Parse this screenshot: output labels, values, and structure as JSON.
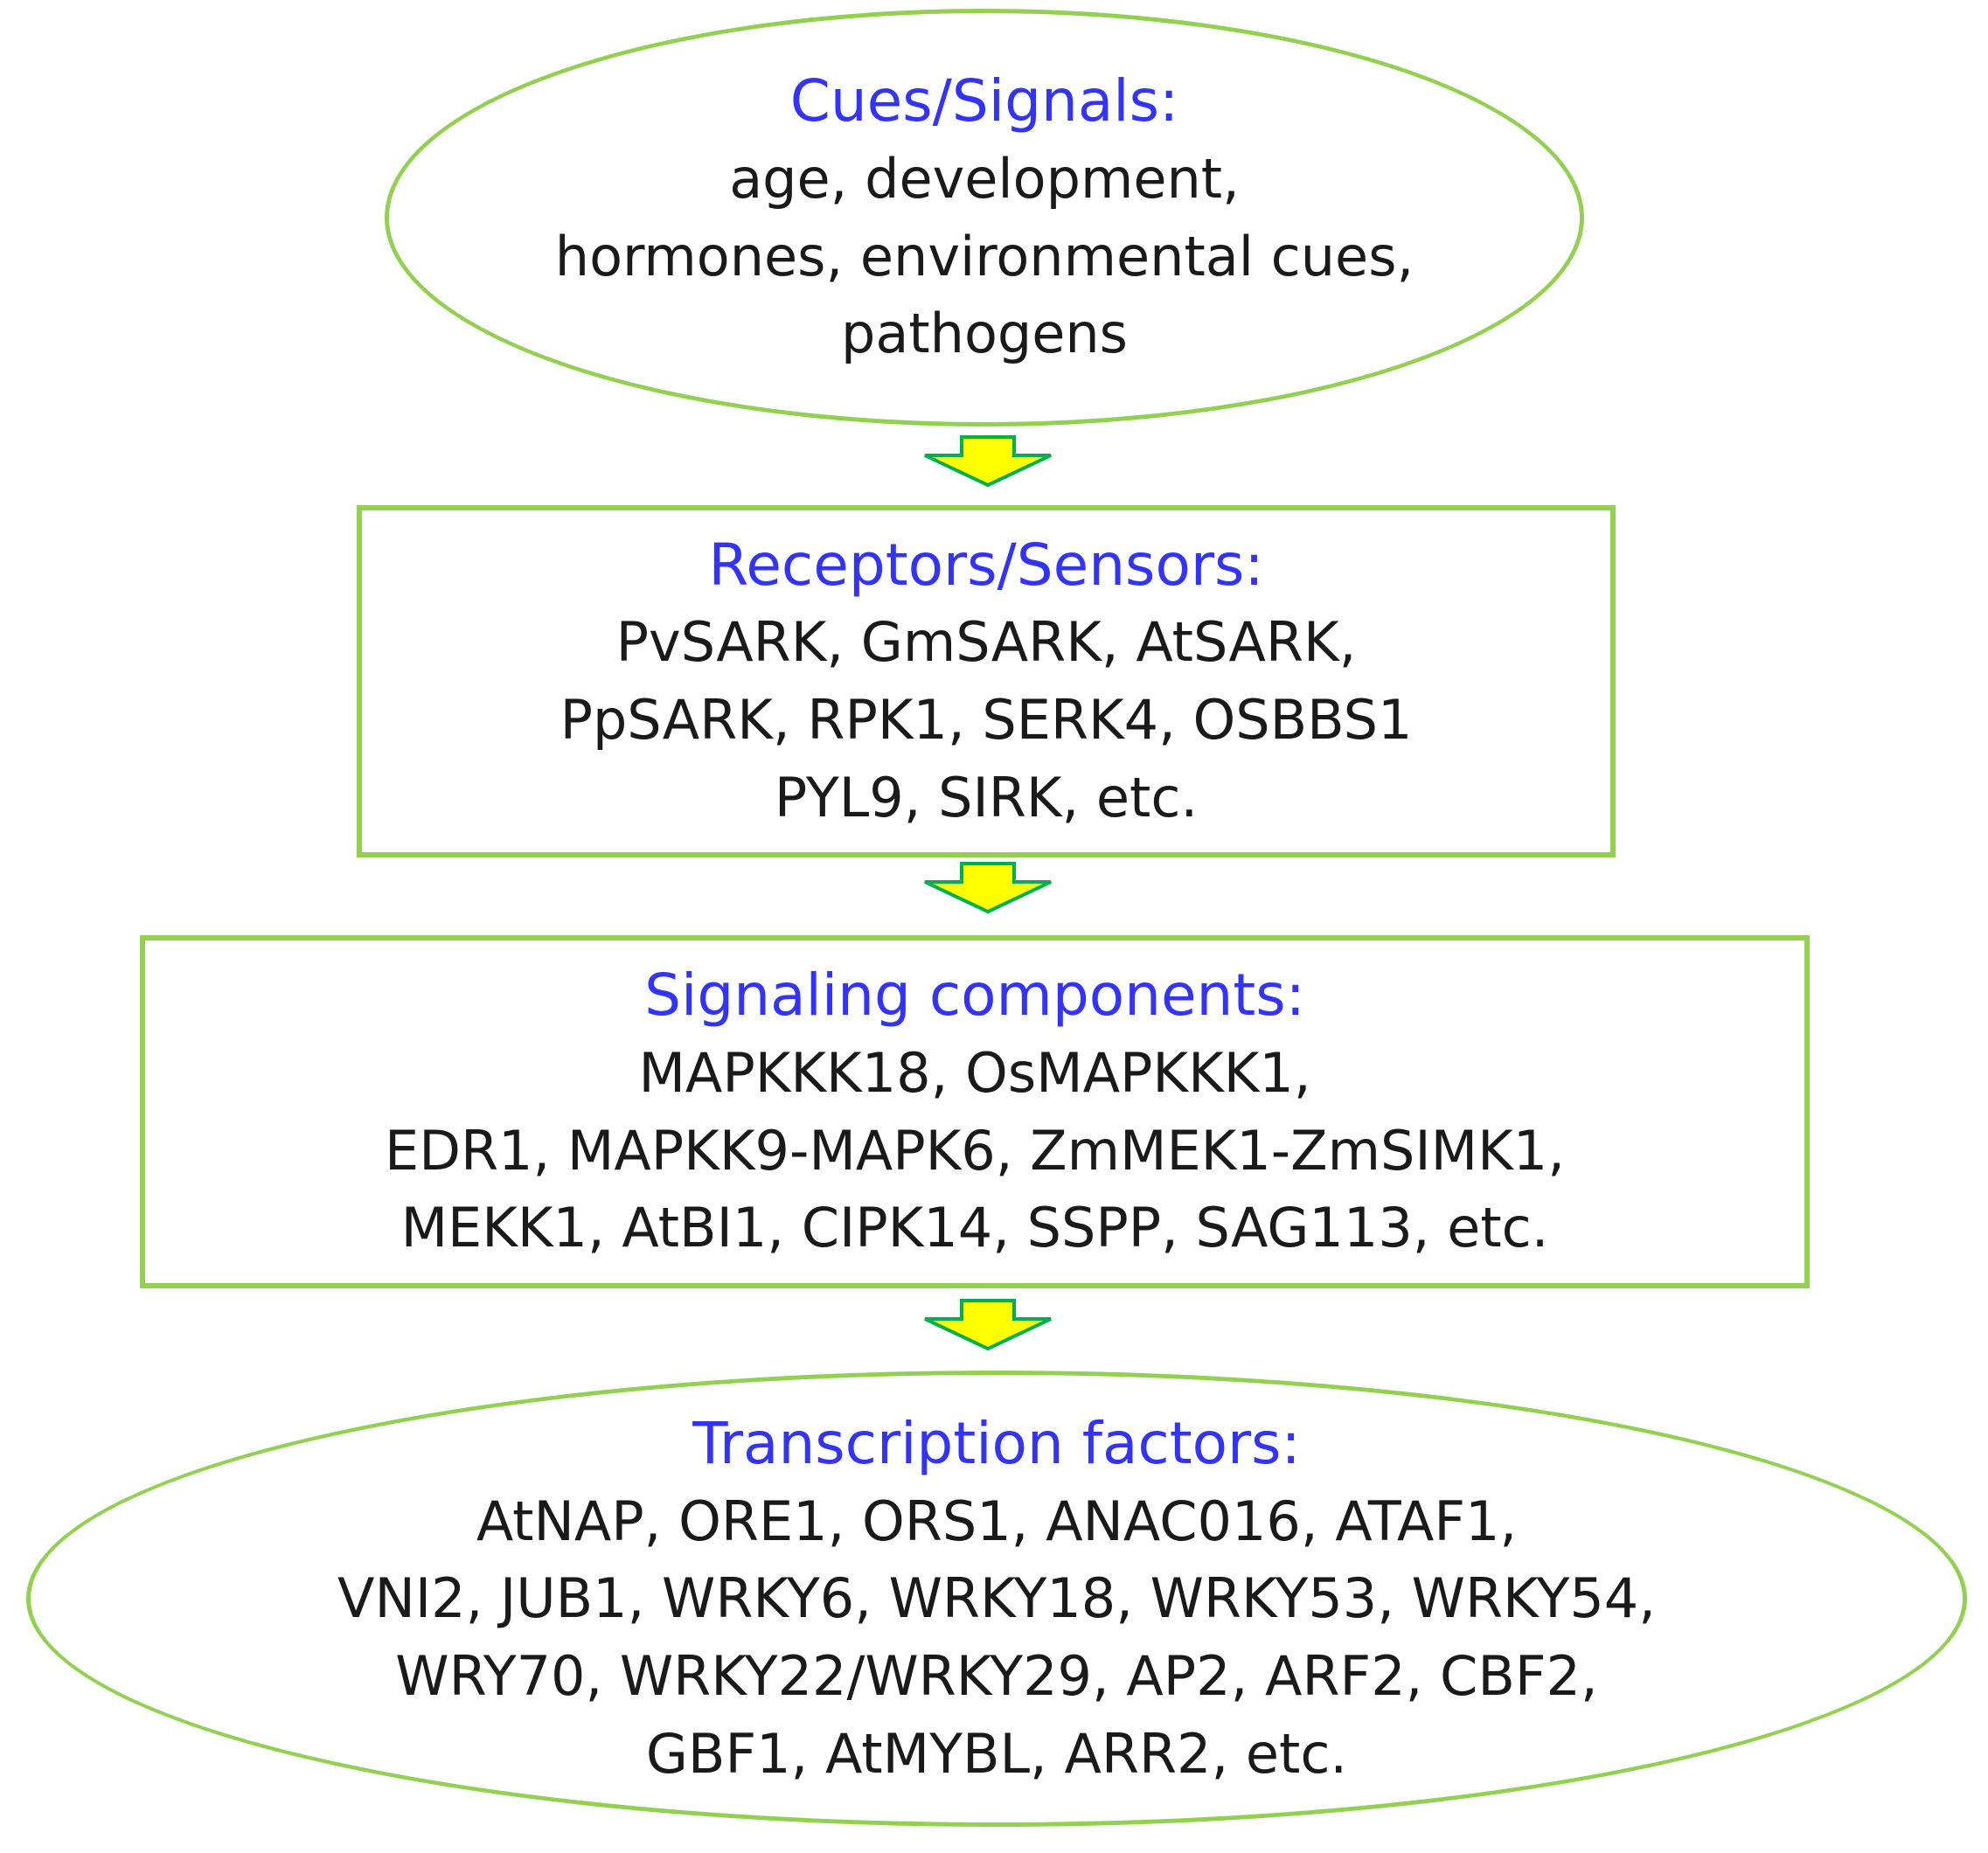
{
  "colors": {
    "border": "#92d050",
    "title": "#3333ff",
    "text": "#1a1a1a",
    "arrow_fill": "#ffff00",
    "arrow_stroke": "#00b050"
  },
  "nodes": {
    "cues": {
      "title": "Cues/Signals:",
      "lines": [
        "age, development,",
        "hormones, environmental cues,",
        "pathogens"
      ]
    },
    "receptors": {
      "title": "Receptors/Sensors:",
      "lines": [
        "PvSARK, GmSARK, AtSARK,",
        "PpSARK, RPK1, SERK4, OSBBS1",
        "PYL9, SIRK, etc."
      ]
    },
    "signaling": {
      "title": "Signaling components:",
      "lines": [
        "MAPKKK18, OsMAPKKK1,",
        "EDR1, MAPKK9-MAPK6, ZmMEK1-ZmSIMK1,",
        "MEKK1, AtBI1, CIPK14, SSPP, SAG113, etc."
      ]
    },
    "tfs": {
      "title": "Transcription factors:",
      "lines": [
        "AtNAP, ORE1, ORS1, ANAC016, ATAF1,",
        "VNI2, JUB1, WRKY6, WRKY18, WRKY53, WRKY54,",
        "WRY70, WRKY22/WRKY29, AP2, ARF2, CBF2,",
        "GBF1, AtMYBL, ARR2, etc."
      ]
    }
  }
}
